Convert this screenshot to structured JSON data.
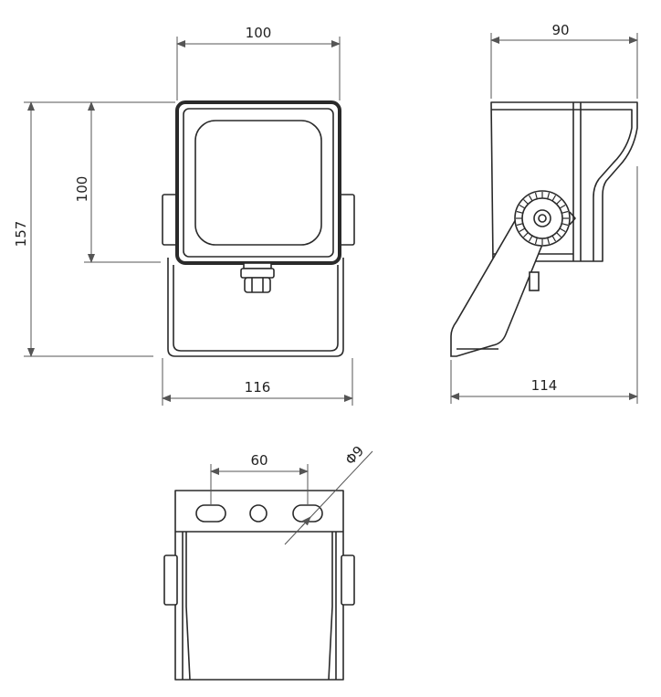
{
  "dimensions": {
    "front_width": "100",
    "front_height_lens": "100",
    "overall_height": "157",
    "overall_width_bracket": "116",
    "side_depth": "90",
    "side_depth_bracket": "114",
    "hole_spacing": "60",
    "hole_diameter": "Φ9"
  },
  "colors": {
    "line": "#2a2a2a",
    "dimension": "#555555",
    "background": "#ffffff"
  }
}
